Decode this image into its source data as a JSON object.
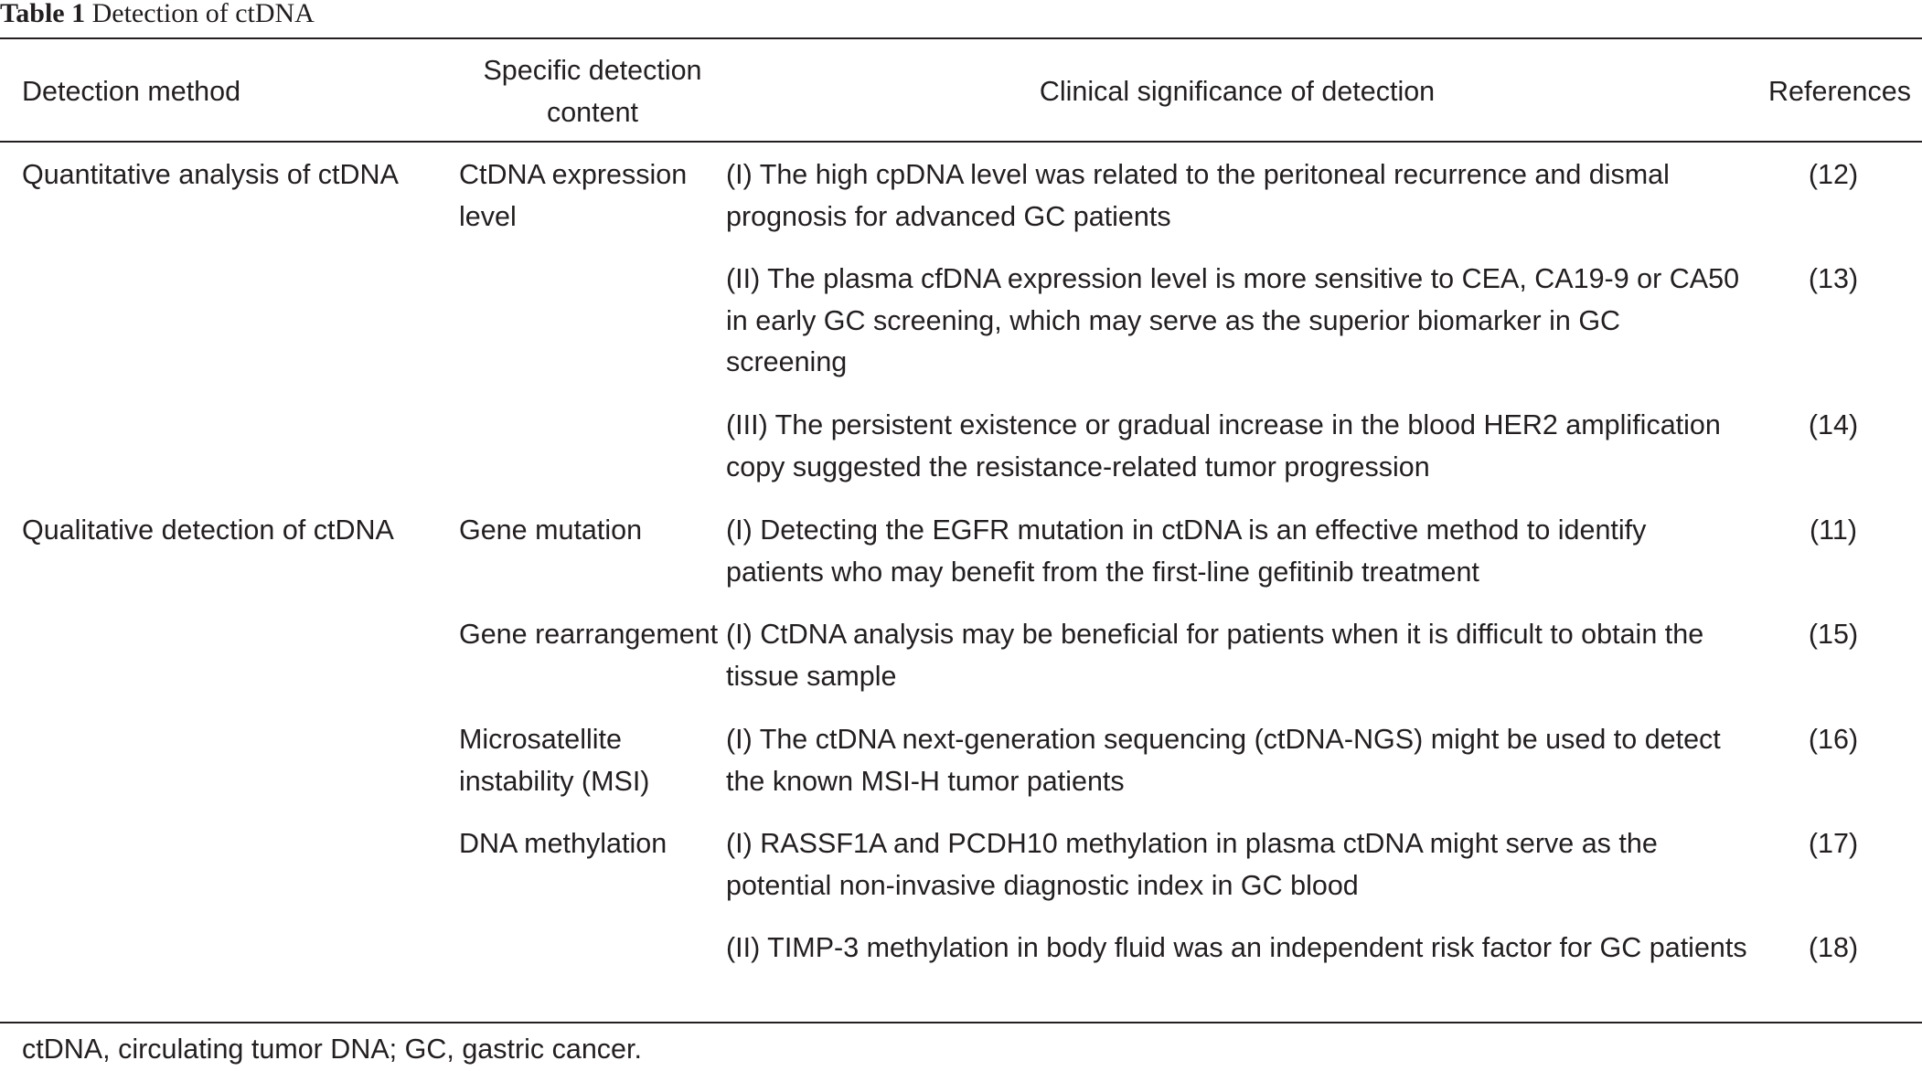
{
  "caption": {
    "number": "Table 1",
    "title": "Detection of ctDNA"
  },
  "headers": {
    "method": "Detection method",
    "content": "Specific detection content",
    "significance": "Clinical significance of detection",
    "references": "References"
  },
  "rows": [
    {
      "method": "Quantitative analysis of ctDNA",
      "content": "CtDNA expression level",
      "significance": "(I) The high cpDNA level was related to the peritoneal recurrence and dismal prognosis for advanced GC patients",
      "reference": "(12)"
    },
    {
      "method": "",
      "content": "",
      "significance": "(II) The plasma cfDNA expression level is more sensitive to CEA, CA19-9 or CA50 in early GC screening, which may serve as the superior biomarker in GC screening",
      "reference": "(13)"
    },
    {
      "method": "",
      "content": "",
      "significance": "(III) The persistent existence or gradual increase in the blood HER2 amplification copy suggested the resistance-related tumor progression",
      "reference": "(14)"
    },
    {
      "method": "Qualitative detection of ctDNA",
      "content": "Gene mutation",
      "significance": "(I) Detecting the EGFR mutation in ctDNA is an effective method to identify patients who may benefit from the first-line gefitinib treatment",
      "reference": "(11)"
    },
    {
      "method": "",
      "content": "Gene rearrangement",
      "significance": "(I) CtDNA analysis may be beneficial for patients when it is difficult to obtain the tissue sample",
      "reference": "(15)"
    },
    {
      "method": "",
      "content": "Microsatellite instability (MSI)",
      "significance": "(I) The ctDNA next-generation sequencing (ctDNA-NGS) might be used to detect the known MSI-H tumor patients",
      "reference": "(16)"
    },
    {
      "method": "",
      "content": "DNA methylation",
      "significance": "(I) RASSF1A and PCDH10 methylation in plasma ctDNA might serve as the potential non-invasive diagnostic index in GC blood",
      "reference": "(17)"
    },
    {
      "method": "",
      "content": "",
      "significance": "(II) TIMP-3 methylation in body fluid was an independent risk factor for GC patients",
      "reference": "(18)"
    }
  ],
  "footnote": "ctDNA, circulating tumor DNA; GC, gastric cancer."
}
